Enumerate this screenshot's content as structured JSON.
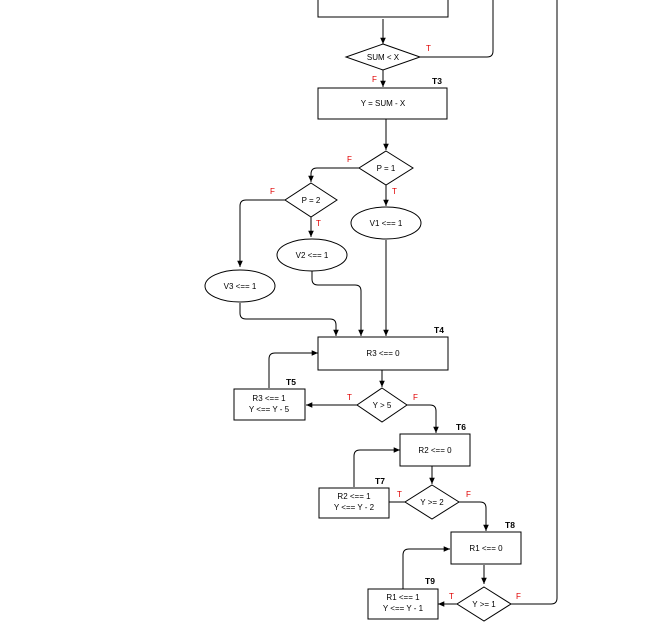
{
  "diagram": {
    "nodes": {
      "sum_lt_x": "SUM < X",
      "y_sum_minus_x": "Y = SUM - X",
      "p_eq_1": "P = 1",
      "p_eq_2": "P = 2",
      "v1_assign": "V1 <== 1",
      "v2_assign": "V2 <== 1",
      "v3_assign": "V3 <== 1",
      "r3_clear": "R3 <== 0",
      "y_gt_5": "Y > 5",
      "r3_set_line1": "R3 <== 1",
      "r3_set_line2": "Y <== Y - 5",
      "r2_clear": "R2 <== 0",
      "y_ge_2": "Y >= 2",
      "r2_set_line1": "R2 <== 1",
      "r2_set_line2": "Y <== Y - 2",
      "r1_clear": "R1 <== 0",
      "y_ge_1": "Y >= 1",
      "r1_set_line1": "R1 <== 1",
      "r1_set_line2": "Y <== Y - 1"
    },
    "tags": {
      "t3": "T3",
      "t4": "T4",
      "t5": "T5",
      "t6": "T6",
      "t7": "T7",
      "t8": "T8",
      "t9": "T9"
    },
    "branches": {
      "true_label": "T",
      "false_label": "F"
    },
    "colors": {
      "line": "#000000",
      "branch_label": "#e00000",
      "fill": "#ffffff"
    }
  }
}
